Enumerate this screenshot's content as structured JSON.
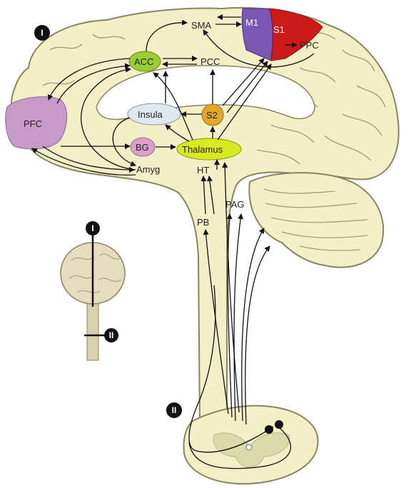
{
  "labels": {
    "sma": "SMA",
    "m1": "M1",
    "s1": "S1",
    "ppc": "PPC",
    "acc": "ACC",
    "pcc": "PCC",
    "pfc": "PFC",
    "insula": "Insula",
    "s2": "S2",
    "bg": "BG",
    "thalamus": "Thalamus",
    "amyg": "Amyg",
    "ht": "HT",
    "pag": "PAG",
    "pb": "PB"
  },
  "badges": {
    "section_one": "I",
    "section_two": "II"
  },
  "colors": {
    "tissue": "#f3efc6",
    "tissue_outline": "#8a8462",
    "pfc": "#c79ac9",
    "m1": "#7a57b3",
    "s1": "#cc1a1a",
    "acc": "#9acd32",
    "thalamus": "#d7ea1f",
    "s2": "#e0a82a",
    "insula": "#dfe7ef",
    "bg": "#d9a0cc",
    "badge": "#111111"
  }
}
